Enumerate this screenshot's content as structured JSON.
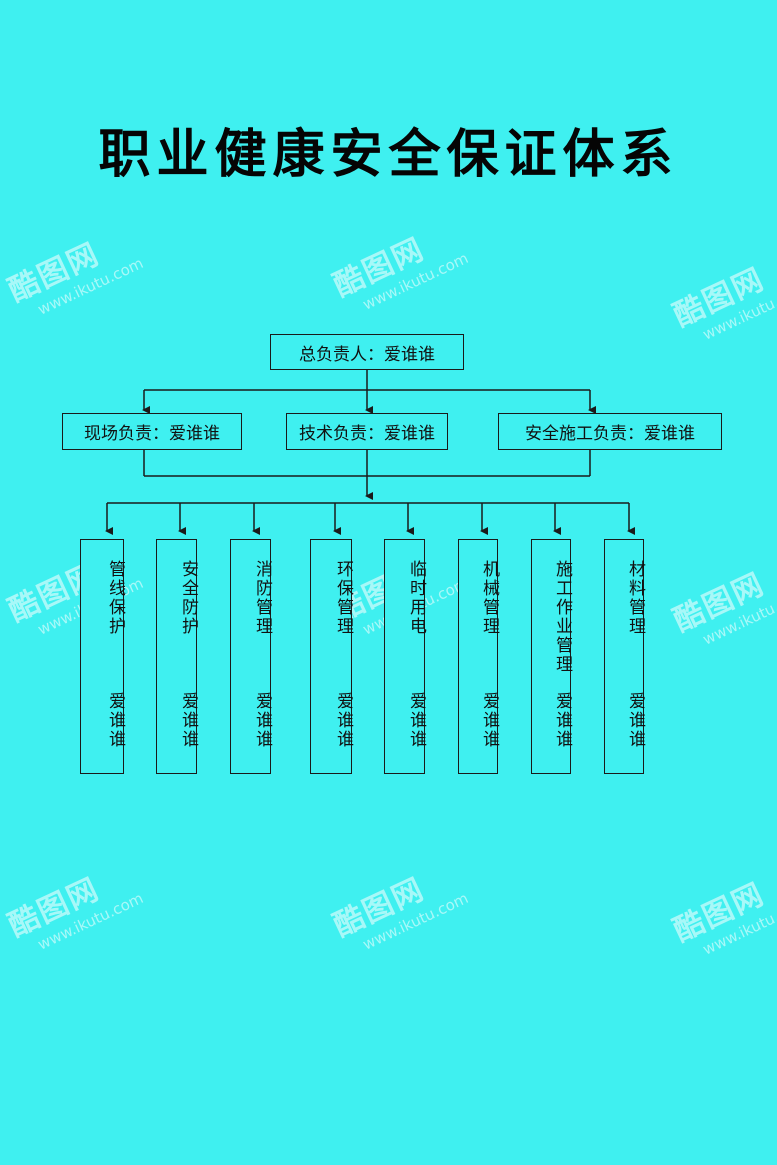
{
  "title": "职业健康安全保证体系",
  "top": "总负责人：爱谁谁",
  "middle": [
    "现场负责：爱谁谁",
    "技术负责：爱谁谁",
    "安全施工负责：爱谁谁"
  ],
  "departments": [
    {
      "name": "管线保护",
      "person": "爱谁谁"
    },
    {
      "name": "安全防护",
      "person": "爱谁谁"
    },
    {
      "name": "消防管理",
      "person": "爱谁谁"
    },
    {
      "name": "环保管理",
      "person": "爱谁谁"
    },
    {
      "name": "临时用电",
      "person": "爱谁谁"
    },
    {
      "name": "机械管理",
      "person": "爱谁谁"
    },
    {
      "name": "施工作业管理",
      "person": "爱谁谁"
    },
    {
      "name": "材料管理",
      "person": "爱谁谁"
    }
  ],
  "watermark": {
    "logo": "酷图网",
    "url": "www.ikutu.com"
  },
  "colors": {
    "background": "#3ff0f0",
    "line": "#1a1a1a"
  }
}
